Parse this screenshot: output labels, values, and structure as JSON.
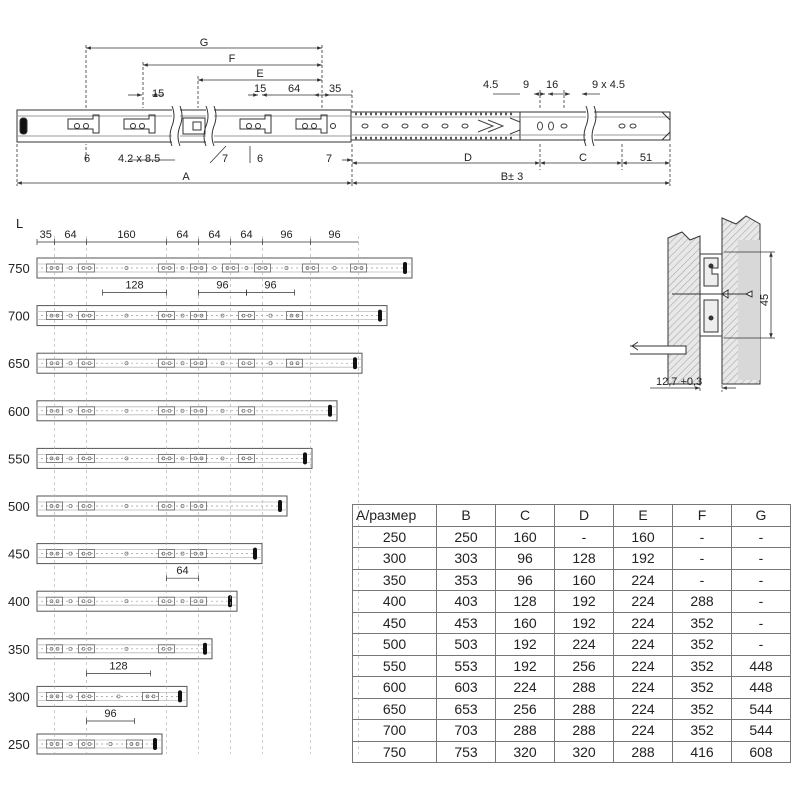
{
  "top_drawing": {
    "dims": {
      "G": "G",
      "F": "F",
      "E": "E",
      "d15a": "15",
      "d15b": "15",
      "d64": "64",
      "d35": "35",
      "d45": "4.5",
      "d9": "9",
      "d16": "16",
      "d9x45": "9 x 4.5",
      "d6a": "6",
      "d42x85": "4.2 x 8.5",
      "d7a": "7",
      "d6b": "6",
      "d7b": "7",
      "D": "D",
      "C": "C",
      "d51": "51",
      "A": "A",
      "B": "B± 3"
    }
  },
  "rail_lengths": {
    "label": "L",
    "top_dims": [
      "35",
      "64",
      "160",
      "64",
      "64",
      "64",
      "96",
      "96"
    ],
    "dims_700": [
      "128",
      "96",
      "96"
    ],
    "dim_400": "64",
    "dim_300": "128",
    "dim_250": "96",
    "rows": [
      {
        "length": "750",
        "holes": [
          35,
          99,
          259,
          323,
          387,
          451,
          547,
          643
        ]
      },
      {
        "length": "700",
        "holes": [
          35,
          99,
          259,
          323,
          419,
          515
        ]
      },
      {
        "length": "650",
        "holes": [
          35,
          99,
          259,
          323,
          419,
          515
        ]
      },
      {
        "length": "600",
        "holes": [
          35,
          99,
          259,
          323,
          419
        ]
      },
      {
        "length": "550",
        "holes": [
          35,
          99,
          259,
          323,
          419
        ]
      },
      {
        "length": "500",
        "holes": [
          35,
          99,
          259,
          323
        ]
      },
      {
        "length": "450",
        "holes": [
          35,
          99,
          259,
          323
        ]
      },
      {
        "length": "400",
        "holes": [
          35,
          99,
          259,
          323
        ]
      },
      {
        "length": "350",
        "holes": [
          35,
          99,
          259
        ]
      },
      {
        "length": "300",
        "holes": [
          35,
          99,
          227
        ]
      },
      {
        "length": "250",
        "holes": [
          35,
          99,
          195
        ]
      }
    ]
  },
  "section_detail": {
    "height_dim": "45",
    "gap_dim": "12,7 +0,3"
  },
  "table": {
    "headers": [
      "A/размер",
      "B",
      "C",
      "D",
      "E",
      "F",
      "G"
    ],
    "rows": [
      [
        "250",
        "250",
        "160",
        "-",
        "160",
        "-",
        "-"
      ],
      [
        "300",
        "303",
        "96",
        "128",
        "192",
        "-",
        "-"
      ],
      [
        "350",
        "353",
        "96",
        "160",
        "224",
        "-",
        "-"
      ],
      [
        "400",
        "403",
        "128",
        "192",
        "224",
        "288",
        "-"
      ],
      [
        "450",
        "453",
        "160",
        "192",
        "224",
        "352",
        "-"
      ],
      [
        "500",
        "503",
        "192",
        "224",
        "224",
        "352",
        "-"
      ],
      [
        "550",
        "553",
        "192",
        "256",
        "224",
        "352",
        "448"
      ],
      [
        "600",
        "603",
        "224",
        "288",
        "224",
        "352",
        "448"
      ],
      [
        "650",
        "653",
        "256",
        "288",
        "224",
        "352",
        "544"
      ],
      [
        "700",
        "703",
        "288",
        "288",
        "224",
        "352",
        "544"
      ],
      [
        "750",
        "753",
        "320",
        "320",
        "288",
        "416",
        "608"
      ]
    ]
  }
}
